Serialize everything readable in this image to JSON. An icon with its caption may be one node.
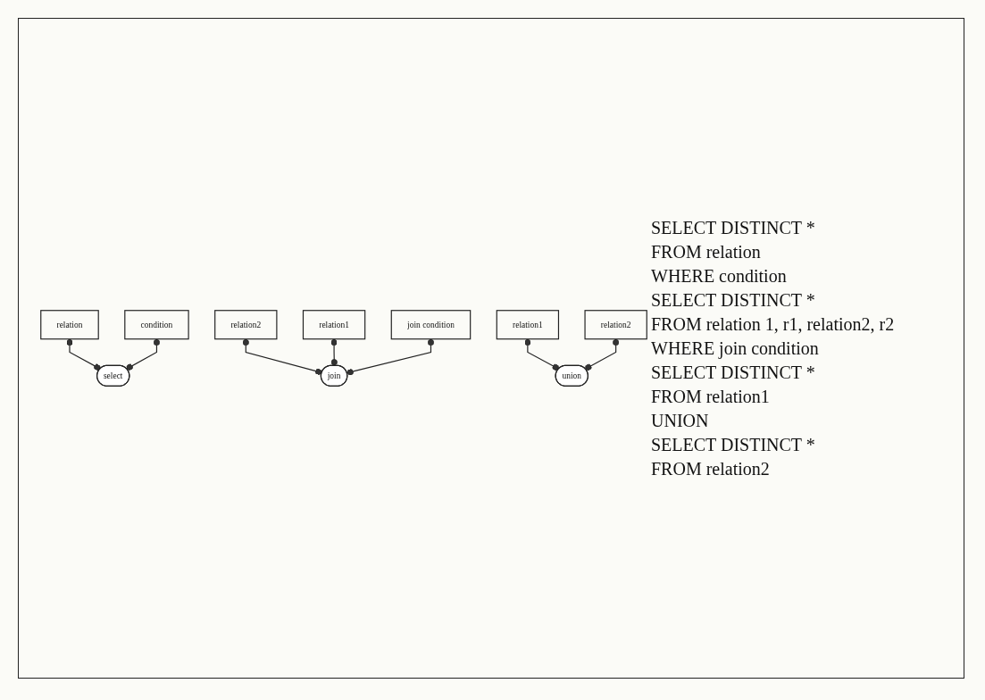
{
  "diagram": {
    "nodes": [
      {
        "text": [
          "relation"
        ]
      },
      {
        "text": [
          "condition"
        ]
      },
      {
        "text": [
          "select"
        ]
      },
      {
        "text": [
          "relation2"
        ]
      },
      {
        "text": [
          "relation1"
        ]
      },
      {
        "text": [
          "join condition"
        ]
      },
      {
        "text": [
          "join"
        ]
      },
      {
        "text": [
          "relation1"
        ]
      },
      {
        "text": [
          "relation2"
        ]
      },
      {
        "text": [
          "union"
        ]
      }
    ],
    "edges": [
      {
        "from": 0,
        "to": 2,
        "arrow": "other"
      },
      {
        "from": 1,
        "to": 2,
        "arrow": "other"
      },
      {
        "from": 3,
        "to": 6,
        "arrow": "other"
      },
      {
        "from": 4,
        "to": 6,
        "arrow": "other"
      },
      {
        "from": 5,
        "to": 6,
        "arrow": "other"
      },
      {
        "from": 7,
        "to": 9,
        "arrow": "other"
      },
      {
        "from": 8,
        "to": 9,
        "arrow": "other"
      }
    ],
    "labels": [
      "SELECT DISTINCT *",
      "FROM relation",
      "WHERE condition",
      "SELECT DISTINCT *",
      "FROM relation 1, r1, relation2, r2",
      "WHERE join condition",
      "SELECT DISTINCT *",
      "FROM relation1",
      "UNION",
      "SELECT DISTINCT *",
      "FROM relation2"
    ]
  }
}
